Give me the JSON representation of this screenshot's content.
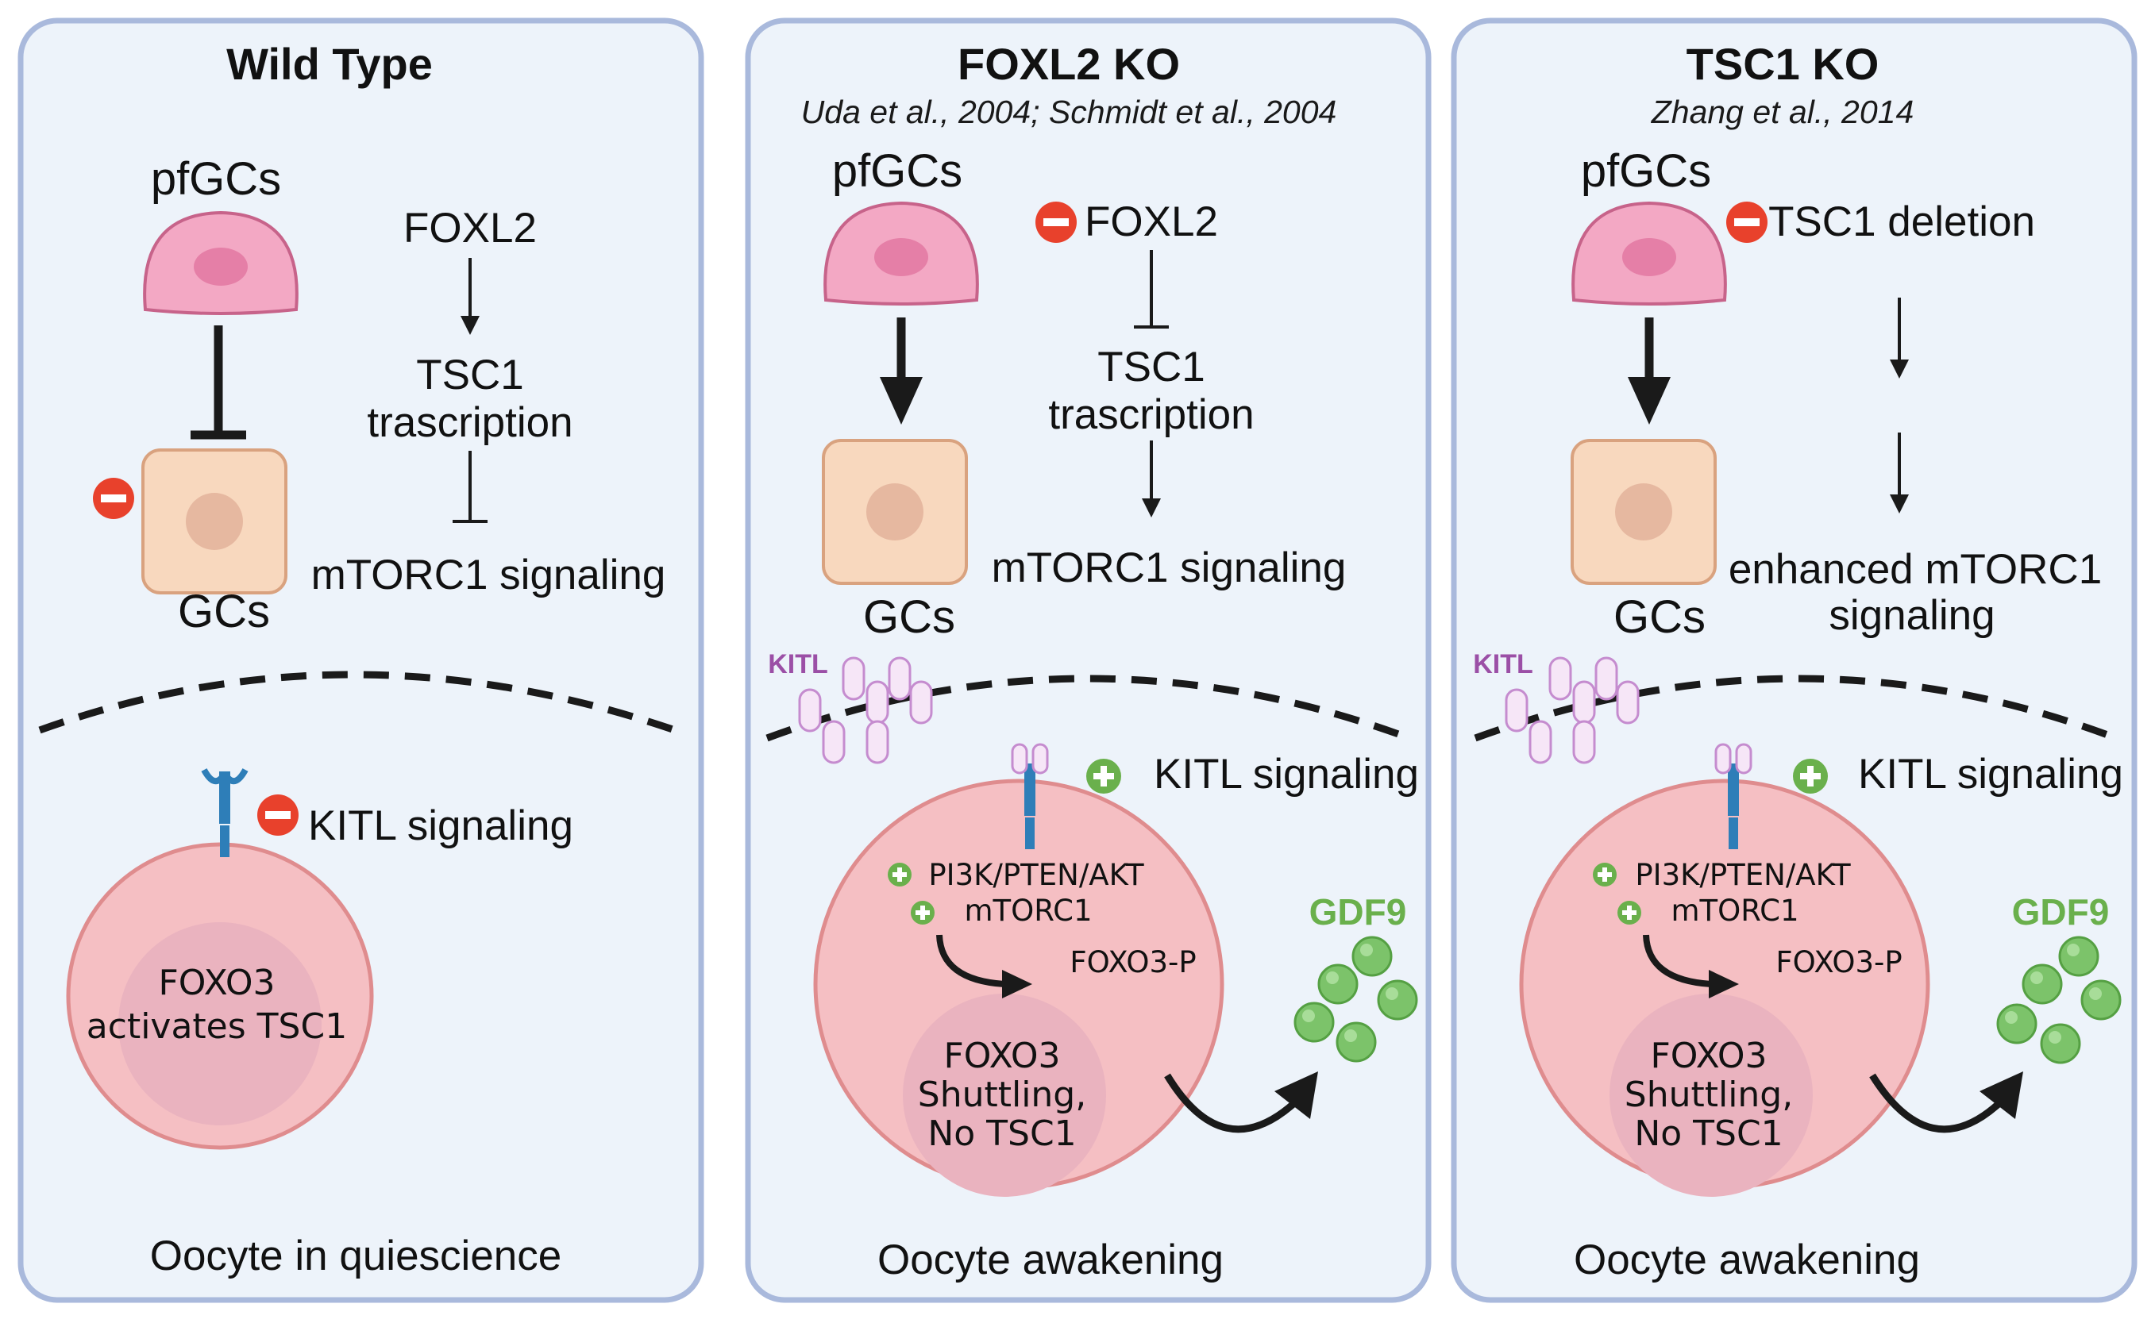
{
  "colors": {
    "panel_fill": "#edf3fa",
    "panel_stroke": "#a9b9dc",
    "pfgc_fill": "#f3a8c4",
    "gc_fill": "#f8d8be",
    "oocyte_fill": "#f5bfc3",
    "oocyte_stroke": "#df8c8e",
    "nucleus_fill": "#eab3bf",
    "inhibit_red": "#e8412c",
    "activate_green": "#6ab04c",
    "receptor_blue": "#2e7eb8",
    "kitl_purple": "#9b4fa6"
  },
  "panels": {
    "wild_type": {
      "title": "Wild Type",
      "pfgcs_label": "pfGCs",
      "gcs_label": "GCs",
      "pathway_foxl2": "FOXL2",
      "pathway_tsc1_line1": "TSC1",
      "pathway_tsc1_line2": "trascription",
      "pathway_mtorc1": "mTORC1 signaling",
      "kitl_signaling": "KITL signaling",
      "nucleus_line1": "FOXO3",
      "nucleus_line2": "activates TSC1",
      "caption": "Oocyte in quiescience"
    },
    "foxl2_ko": {
      "title": "FOXL2 KO",
      "citation": "Uda et al., 2004; Schmidt et al., 2004",
      "pfgcs_label": "pfGCs",
      "gcs_label": "GCs",
      "pathway_foxl2": "FOXL2",
      "pathway_tsc1_line1": "TSC1",
      "pathway_tsc1_line2": "trascription",
      "pathway_mtorc1": "mTORC1 signaling",
      "kitl_ligand": "KITL",
      "kitl_signaling": "KITL signaling",
      "pi3k": "PI3K/PTEN/AKT",
      "mtorc1": "mTORC1",
      "foxo3p": "FOXO3-P",
      "nucleus_line1": "FOXO3",
      "nucleus_line2": "Shuttling,",
      "nucleus_line3": "No TSC1",
      "gdf9": "GDF9",
      "caption": "Oocyte awakening"
    },
    "tsc1_ko": {
      "title": "TSC1 KO",
      "citation": "Zhang et al., 2014",
      "pfgcs_label": "pfGCs",
      "gcs_label": "GCs",
      "deletion": "TSC1 deletion",
      "enhanced_line1": "enhanced mTORC1",
      "enhanced_line2": "signaling",
      "kitl_ligand": "KITL",
      "kitl_signaling": "KITL signaling",
      "pi3k": "PI3K/PTEN/AKT",
      "mtorc1": "mTORC1",
      "foxo3p": "FOXO3-P",
      "nucleus_line1": "FOXO3",
      "nucleus_line2": "Shuttling,",
      "nucleus_line3": "No TSC1",
      "gdf9": "GDF9",
      "caption": "Oocyte awakening"
    }
  }
}
